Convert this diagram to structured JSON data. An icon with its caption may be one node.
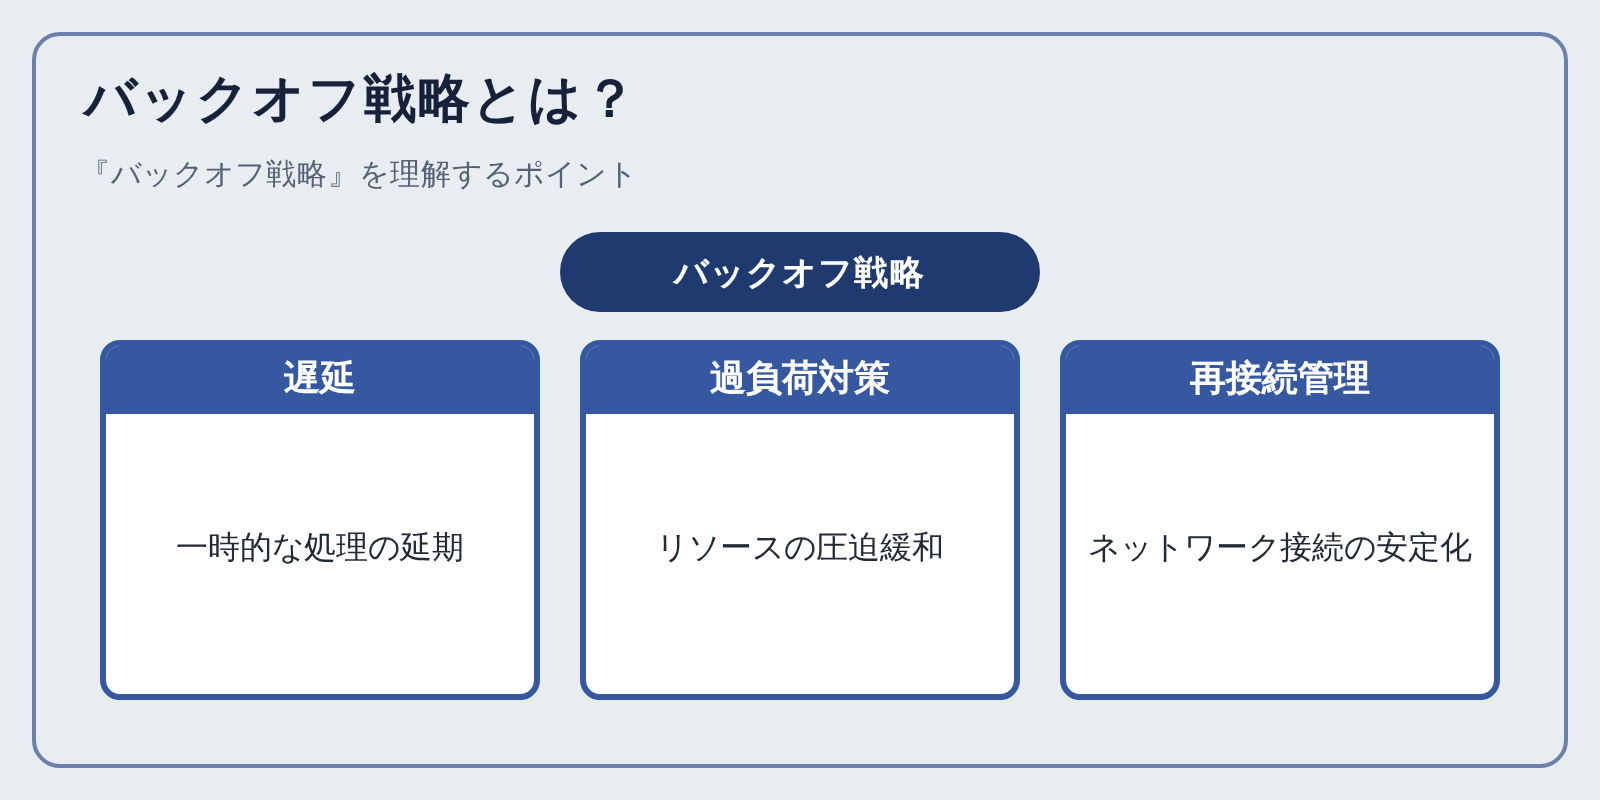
{
  "diagram": {
    "nodes": [
      {
        "text": [
          "バックオフ戦略とは？",
          "『バックオフ戦略』を理解するポイント"
        ]
      },
      {
        "text": [
          "バックオフ戦略"
        ],
        "in": 0
      },
      {
        "text": [
          "遅延",
          "一時的な処理の延期"
        ],
        "in": 0
      },
      {
        "text": [
          "過負荷対策",
          "リソースの圧迫緩和"
        ],
        "in": 0
      },
      {
        "text": [
          "再接続管理",
          "ネットワーク接続の安定化"
        ],
        "in": 0
      }
    ]
  }
}
